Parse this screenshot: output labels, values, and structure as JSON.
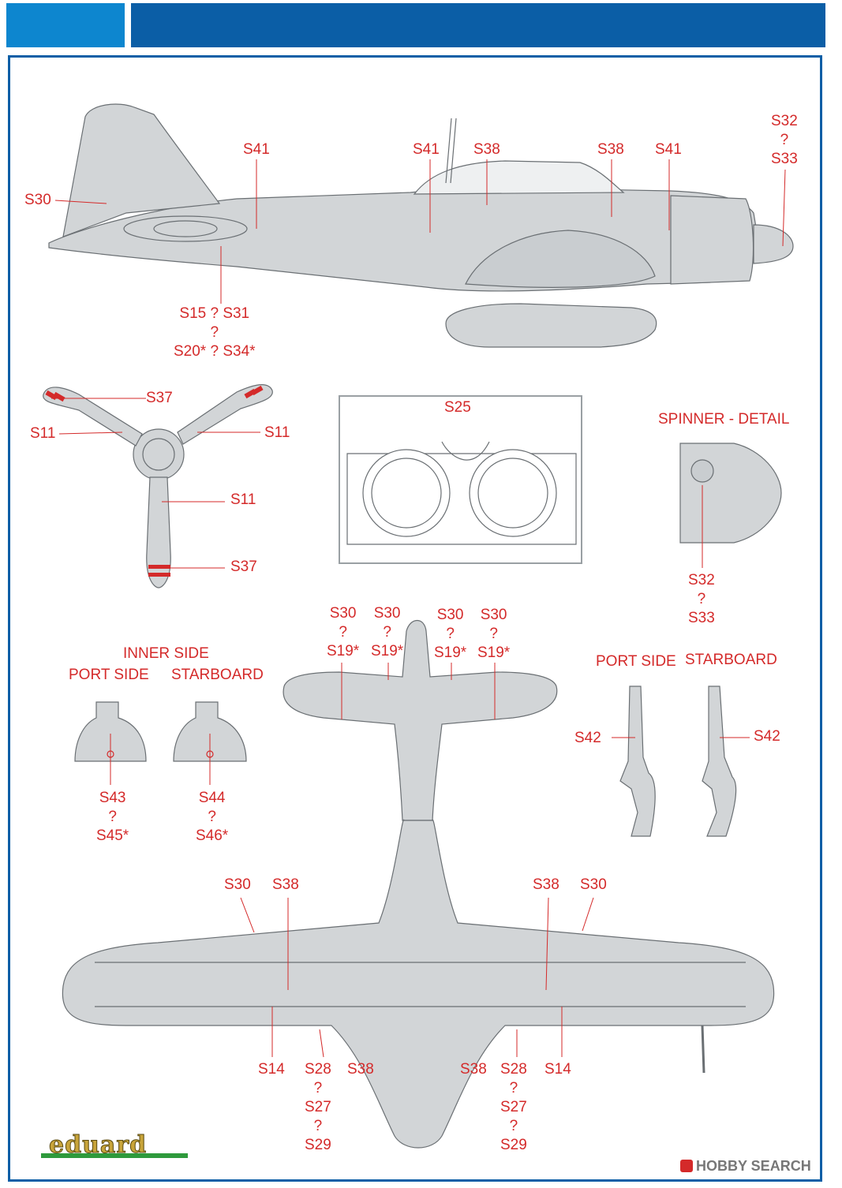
{
  "colors": {
    "header_light": "#0d86cf",
    "header_dark": "#0b5ea6",
    "label_red": "#d42a2a",
    "aircraft_grey": "#d2d5d7"
  },
  "side_view": {
    "s41_a": "S41",
    "s41_b": "S41",
    "s38_a": "S38",
    "s38_b": "S38",
    "s41_c": "S41",
    "s30": "S30",
    "s32": [
      "S32",
      "?",
      "S33"
    ],
    "s15": [
      "S15 ? S31",
      "?",
      "S20* ? S34*"
    ]
  },
  "propeller": {
    "s37_top": "S37",
    "s11_left": "S11",
    "s11_right": "S11",
    "s11_lower": "S11",
    "s37_bottom": "S37"
  },
  "gear_bay": {
    "s25": "S25"
  },
  "spinner": {
    "title": "SPINNER - DETAIL",
    "label": [
      "S32",
      "?",
      "S33"
    ]
  },
  "tail_top": {
    "g1": [
      "S30",
      "?",
      "S19*"
    ],
    "g2": [
      "S30",
      "?",
      "S19*"
    ],
    "g3": [
      "S30",
      "?",
      "S19*"
    ],
    "g4": [
      "S30",
      "?",
      "S19*"
    ]
  },
  "covers": {
    "title": "INNER SIDE",
    "port": "PORT SIDE",
    "starboard": "STARBOARD",
    "port_label": [
      "S43",
      "?",
      "S45*"
    ],
    "stbd_label": [
      "S44",
      "?",
      "S46*"
    ]
  },
  "legs": {
    "port": "PORT SIDE",
    "starboard": "STARBOARD",
    "s42_left": "S42",
    "s42_right": "S42"
  },
  "wing_view": {
    "s30_left": "S30",
    "s38_left": "S38",
    "s38_right": "S38",
    "s30_right": "S30",
    "s14_left": "S14",
    "s38_bl": "S38",
    "s38_br": "S38",
    "s14_right": "S14",
    "s28_left": [
      "S28",
      "?",
      "S27",
      "?",
      "S29"
    ],
    "s28_right": [
      "S28",
      "?",
      "S27",
      "?",
      "S29"
    ]
  },
  "logo": "eduard",
  "watermark": "HOBBY SEARCH"
}
